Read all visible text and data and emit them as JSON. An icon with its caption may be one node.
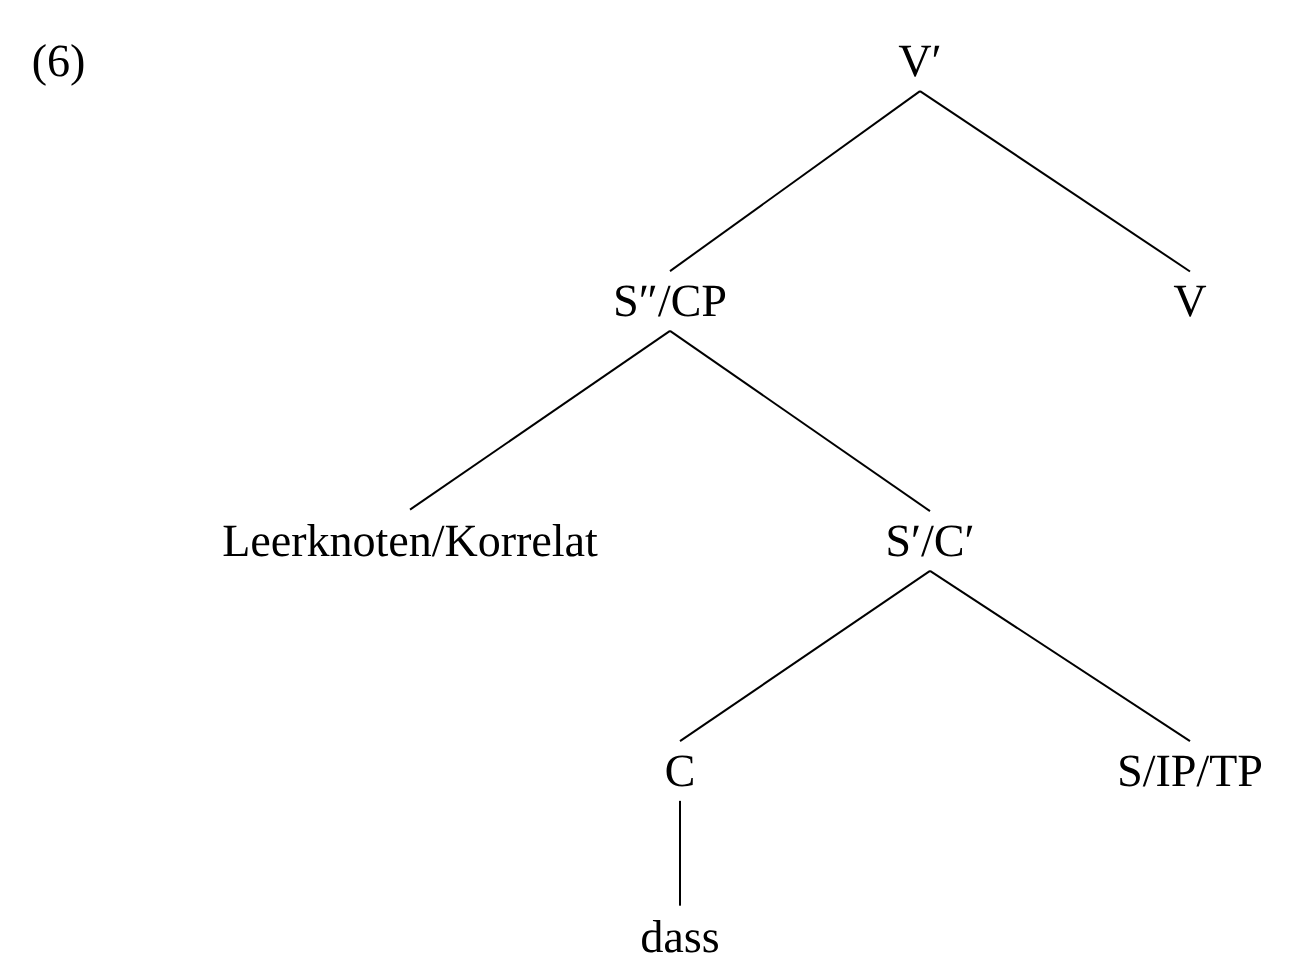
{
  "diagram": {
    "nodes": [
      {
        "text": [
          "V′"
        ]
      },
      {
        "text": [
          "S″/CP"
        ]
      },
      {
        "text": [
          "V"
        ]
      },
      {
        "text": [
          "Leerknoten/Korrelat"
        ]
      },
      {
        "text": [
          "S′/C′"
        ]
      },
      {
        "text": [
          "C"
        ]
      },
      {
        "text": [
          "S/IP/TP"
        ]
      },
      {
        "text": [
          "dass"
        ]
      }
    ],
    "edges": [
      {
        "from": 0,
        "to": 1,
        "arrow": "none"
      },
      {
        "from": 0,
        "to": 2,
        "arrow": "none"
      },
      {
        "from": 1,
        "to": 3,
        "arrow": "none"
      },
      {
        "from": 1,
        "to": 4,
        "arrow": "none"
      },
      {
        "from": 4,
        "to": 5,
        "arrow": "none"
      },
      {
        "from": 4,
        "to": 6,
        "arrow": "none"
      },
      {
        "from": 5,
        "to": 7,
        "arrow": "none"
      }
    ],
    "labels": [
      "(6)"
    ]
  }
}
